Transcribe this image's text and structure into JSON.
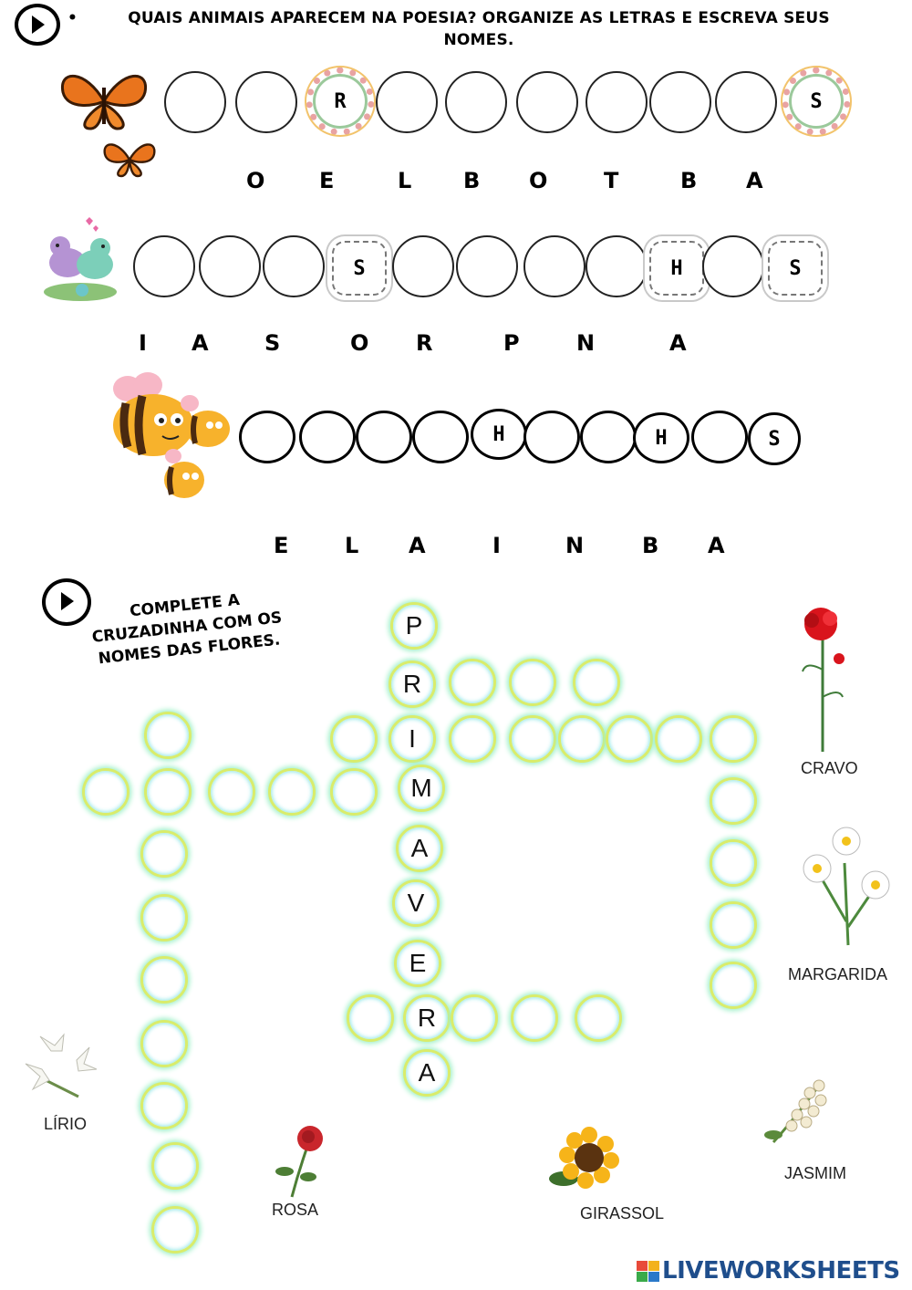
{
  "section1": {
    "bullet": "•",
    "title": "QUAIS ANIMAIS APARECEM NA POESIA? ORGANIZE AS LETRAS E ESCREVA SEUS NOMES.",
    "word1": {
      "filled": [
        "",
        "",
        "R",
        "",
        "",
        "",
        "",
        "",
        "",
        "S"
      ],
      "scrambled": [
        "O",
        "E",
        "L",
        "B",
        "O",
        "T",
        "B",
        "A"
      ]
    },
    "word2": {
      "filled": [
        "",
        "",
        "",
        "S",
        "",
        "",
        "",
        "",
        "H",
        "",
        "S"
      ],
      "scrambled": [
        "I",
        "A",
        "S",
        "O",
        "R",
        "P",
        "N",
        "A"
      ]
    },
    "word3": {
      "filled": [
        "",
        "",
        "",
        "",
        "H",
        "",
        "",
        "H",
        "",
        "S"
      ],
      "scrambled": [
        "E",
        "L",
        "A",
        "I",
        "N",
        "B",
        "A"
      ]
    }
  },
  "section2": {
    "instruction": "COMPLETE A CRUZADINHA COM OS NOMES DAS FLORES.",
    "vertical_word": [
      "P",
      "R",
      "I",
      "M",
      "A",
      "V",
      "E",
      "R",
      "A"
    ],
    "flowers": {
      "cravo": "CRAVO",
      "margarida": "MARGARIDA",
      "lirio": "LÍRIO",
      "rosa": "ROSA",
      "girassol": "GIRASSOL",
      "jasmim": "JASMIM"
    }
  },
  "brand": "LIVEWORKSHEETS"
}
